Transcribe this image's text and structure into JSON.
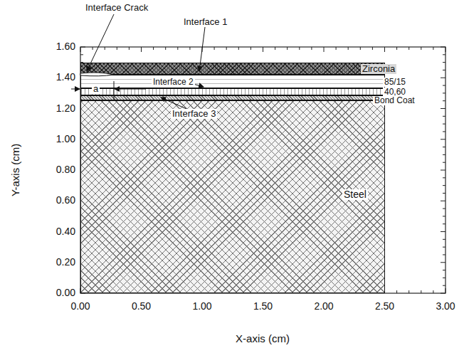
{
  "diagram": {
    "nodes": [
      {
        "text": [
          "Zirconia"
        ]
      },
      {
        "text": [
          "85/15"
        ]
      },
      {
        "text": [
          "40,60"
        ]
      },
      {
        "text": [
          "Bond Coat"
        ]
      },
      {
        "text": [
          "Steel"
        ]
      }
    ],
    "labels": [
      "Interface Crack",
      "Interface 1",
      "Interface 2",
      "Interface 3",
      "a",
      "1.60",
      "1.40",
      "1.20",
      "1.00",
      "0.80",
      "0.60",
      "0.40",
      "0.20",
      "0.00",
      "0.00",
      "0.50",
      "1.00",
      "1.50",
      "2.00",
      "2.50",
      "3.00",
      "Y-axis (cm)",
      "X-axis (cm)"
    ]
  }
}
